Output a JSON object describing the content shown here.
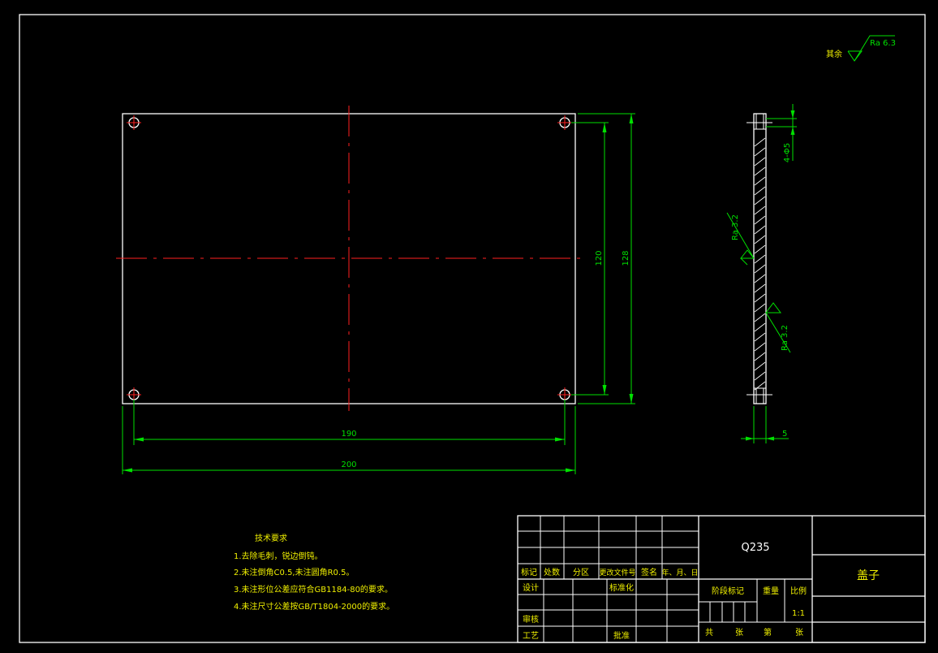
{
  "colors": {
    "background": "#000000",
    "outline": "#ffffff",
    "dimension": "#00e000",
    "centerline": "#ff2020",
    "title_text": "#f0f000"
  },
  "surface_finish": {
    "rest_label": "其余",
    "rest_value": "Ra 6.3",
    "side_top_value": "Ra 3.2",
    "side_bottom_value": "Ra 3.2"
  },
  "dimensions": {
    "width_overall": "200",
    "width_holes": "190",
    "height_overall": "128",
    "height_holes": "120",
    "thickness": "5",
    "hole_note": "4-Φ5"
  },
  "tech_requirements": {
    "title": "技术要求",
    "items": [
      "1.去除毛刺，锐边倒钝。",
      "2.未注倒角C0.5,未注圆角R0.5。",
      "3.未注形位公差应符合GB1184-80的要求。",
      "4.未注尺寸公差按GB/T1804-2000的要求。"
    ]
  },
  "title_block": {
    "material": "Q235",
    "part_name": "盖子",
    "header_row": [
      "标记",
      "处数",
      "分区",
      "更改文件号",
      "签名",
      "年、月、日"
    ],
    "design": "设计",
    "standardization": "标准化",
    "review": "审核",
    "process": "工艺",
    "approve": "批准",
    "stage_mark": "阶段标记",
    "weight": "重量",
    "scale": "比例",
    "scale_value": "1:1",
    "total_sheets": "共",
    "sheet_unit_1": "张",
    "sheet_no": "第",
    "sheet_unit_2": "张"
  }
}
